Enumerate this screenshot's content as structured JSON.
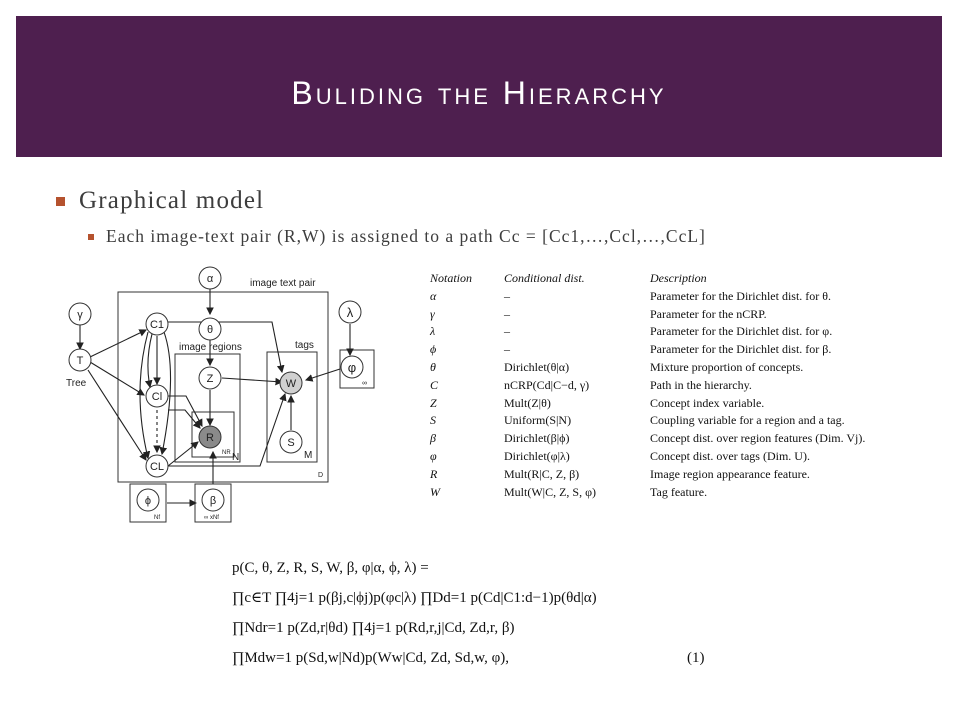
{
  "slide": {
    "title": "Buliding the Hierarchy",
    "bullet": "Graphical model",
    "sub_bullet": "Each image-text pair (R,W) is assigned to a path Cc = [Cc1,…,Ccl,…,CcL]",
    "accent_color": "#4e1f4f",
    "bullet_color": "#b5522e"
  },
  "model": {
    "node_gamma": "γ",
    "node_T": "T",
    "label_tree": "Tree",
    "node_alpha": "α",
    "label_image_text_pair": "image text pair",
    "node_C1": "C1",
    "node_Cl": "Cl",
    "node_CL": "CL",
    "node_theta": "θ",
    "label_image_regions": "image regions",
    "node_Z": "Z",
    "node_R": "R",
    "label_NR": "NR",
    "label_N": "N",
    "label_tags": "tags",
    "node_W": "W",
    "node_S": "S",
    "label_M": "M",
    "label_D": "D",
    "node_lambda": "λ",
    "node_varphi": "φ",
    "label_inf1": "∞",
    "node_phi": "ϕ",
    "label_Nf": "Nf",
    "node_beta": "β",
    "label_inf_Nf": "∞ xNf"
  },
  "notation": {
    "headers": [
      "Notation",
      "Conditional dist.",
      "Description"
    ],
    "rows": [
      [
        "α",
        "–",
        "Parameter for the Dirichlet dist. for θ."
      ],
      [
        "γ",
        "–",
        "Parameter for the nCRP."
      ],
      [
        "λ",
        "–",
        "Parameter for the Dirichlet dist. for φ."
      ],
      [
        "ϕ",
        "–",
        "Parameter for the Dirichlet dist. for β."
      ],
      [
        "θ",
        "Dirichlet(θ|α)",
        "Mixture proportion of concepts."
      ],
      [
        "C",
        "nCRP(Cd|C−d, γ)",
        "Path in the hierarchy."
      ],
      [
        "Z",
        "Mult(Z|θ)",
        "Concept index variable."
      ],
      [
        "S",
        "Uniform(S|N)",
        "Coupling variable for a region and a tag."
      ],
      [
        "β",
        "Dirichlet(β|ϕ)",
        "Concept dist. over region features (Dim. Vj)."
      ],
      [
        "φ",
        "Dirichlet(φ|λ)",
        "Concept dist. over tags (Dim. U)."
      ],
      [
        "R",
        "Mult(R|C, Z, β)",
        "Image region appearance feature."
      ],
      [
        "W",
        "Mult(W|C, Z, S, φ)",
        "Tag feature."
      ]
    ]
  },
  "formula": {
    "lines": [
      "p(C, θ, Z, R, S, W, β, φ|α, ϕ, λ) =",
      "∏c∈T ∏4j=1 p(βj,c|ϕj)p(φc|λ) ∏Dd=1 p(Cd|C1:d−1)p(θd|α)",
      "∏Ndr=1 p(Zd,r|θd) ∏4j=1 p(Rd,r,j|Cd, Zd,r, β)",
      "∏Mdw=1 p(Sd,w|Nd)p(Ww|Cd, Zd, Sd,w, φ),"
    ],
    "equation_number": "(1)"
  }
}
